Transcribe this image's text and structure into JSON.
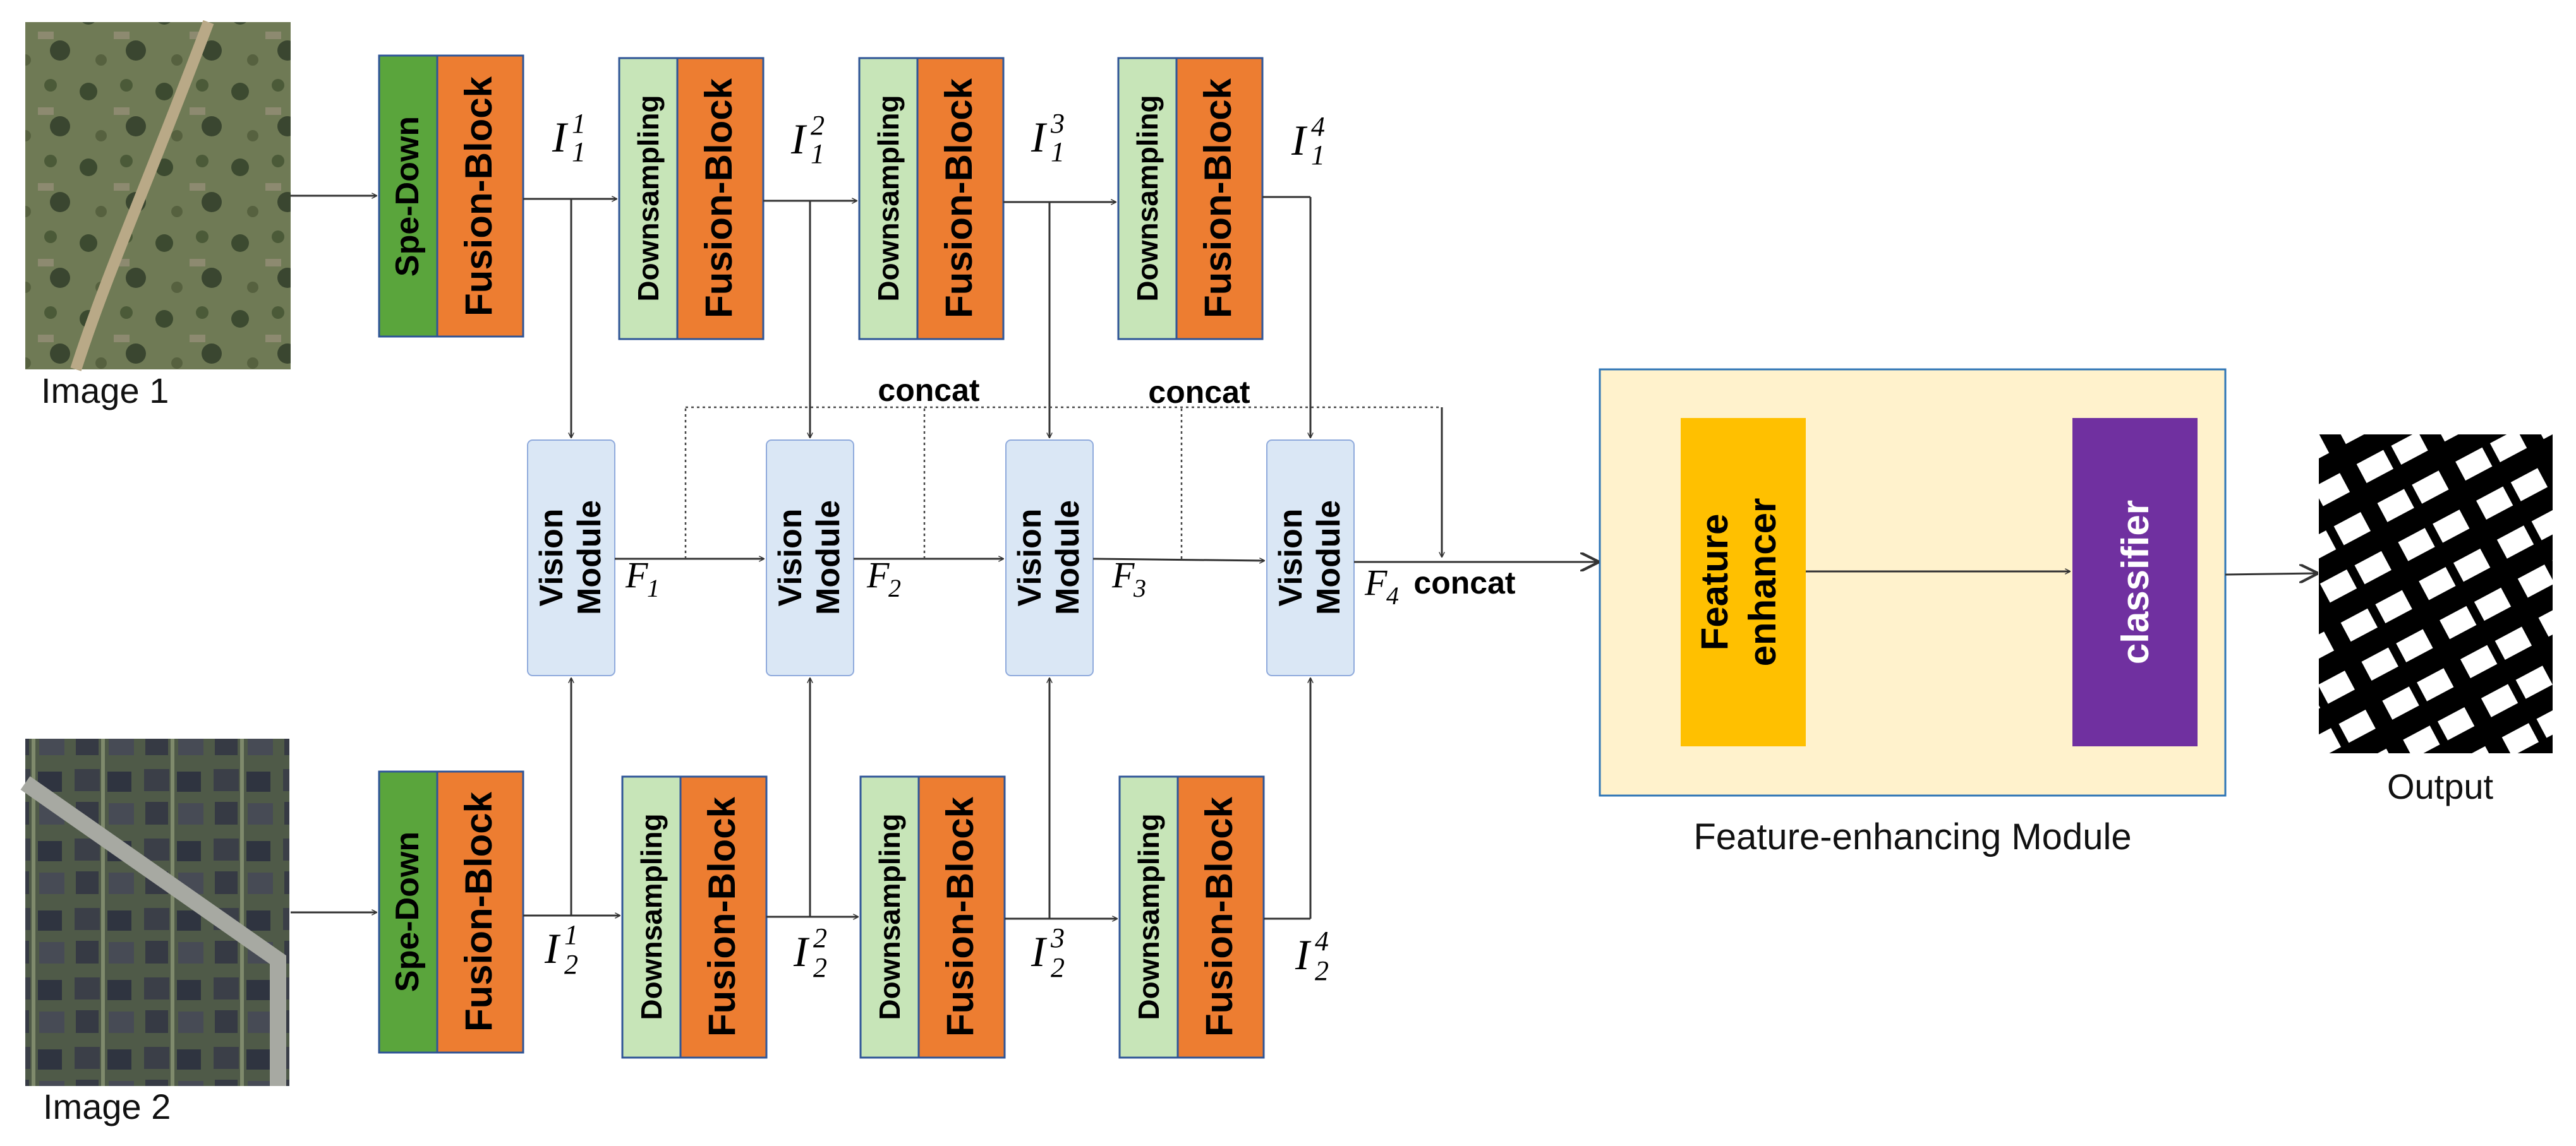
{
  "images": {
    "image1_label": "Image 1",
    "image2_label": "Image 2",
    "output_label": "Output"
  },
  "blocks": {
    "spe_down": "Spe-Down",
    "fusion_block": "Fusion-Block",
    "downsampling": "Downsampling",
    "vision_module_line1": "Vision",
    "vision_module_line2": "Module",
    "feature_enhancer_line1": "Feature",
    "feature_enhancer_line2": "enhancer",
    "classifier": "classifier",
    "feature_enhancing_module": "Feature-enhancing Module"
  },
  "concat_labels": [
    "concat",
    "concat",
    "concat"
  ],
  "symbols": {
    "top": [
      {
        "base": "I",
        "sub": "1",
        "sup": "1"
      },
      {
        "base": "I",
        "sub": "1",
        "sup": "2"
      },
      {
        "base": "I",
        "sub": "1",
        "sup": "3"
      },
      {
        "base": "I",
        "sub": "1",
        "sup": "4"
      }
    ],
    "bottom": [
      {
        "base": "I",
        "sub": "2",
        "sup": "1"
      },
      {
        "base": "I",
        "sub": "2",
        "sup": "2"
      },
      {
        "base": "I",
        "sub": "2",
        "sup": "3"
      },
      {
        "base": "I",
        "sub": "2",
        "sup": "4"
      }
    ],
    "features": [
      {
        "base": "F",
        "sub": "1"
      },
      {
        "base": "F",
        "sub": "2"
      },
      {
        "base": "F",
        "sub": "3"
      },
      {
        "base": "F",
        "sub": "4"
      }
    ]
  },
  "colors": {
    "green": "#5aa53c",
    "orange": "#ed7d31",
    "light_green": "#c7e5b8",
    "light_blue": "#dae7f5",
    "panel": "#fff2cc",
    "yellow": "#ffc000",
    "purple": "#7030a0"
  }
}
